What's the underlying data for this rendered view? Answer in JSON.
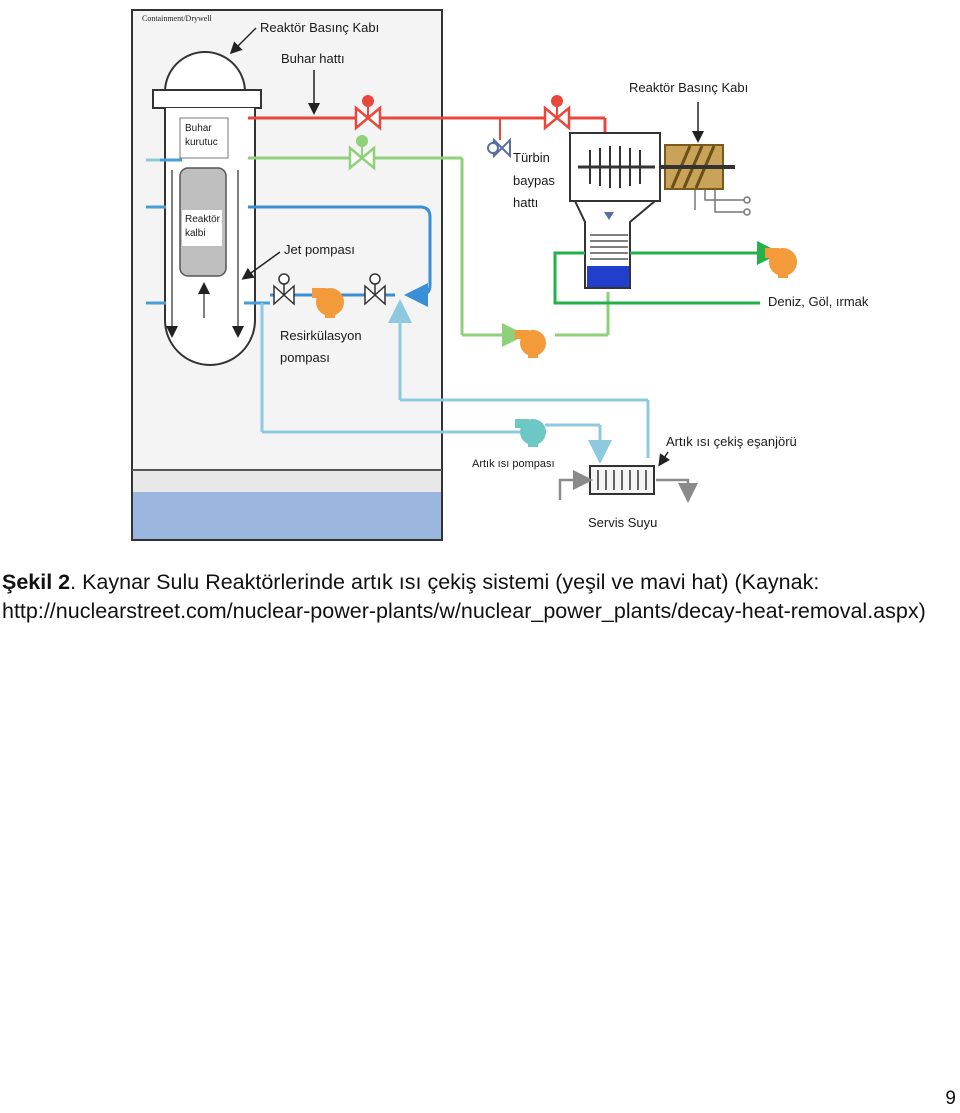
{
  "figure": {
    "labels": {
      "containment": "Containment/Drywell",
      "reactor_vessel_top": "Reaktör Basınç Kabı",
      "steam_line": "Buhar hattı",
      "reactor_vessel_right": "Reaktör Basınç Kabı",
      "steam_dryer_1": "Buhar",
      "steam_dryer_2": "kurutuc",
      "core_1": "Reaktör",
      "core_2": "kalbi",
      "turbine_bypass_1": "Türbin",
      "turbine_bypass_2": "baypas",
      "turbine_bypass_3": "hattı",
      "jet_pump": "Jet pompası",
      "sea_lake_river": "Deniz, Göl, ırmak",
      "recirc_pump_1": "Resirkülasyon",
      "recirc_pump_2": "pompası",
      "rhr_hx": "Artık ısı çekiş eşanjörü",
      "rhr_pump": "Artık ısı pompası",
      "service_water": "Servis Suyu"
    },
    "colors": {
      "steam_line": "#e8473c",
      "feedwater_green": "#8fd17a",
      "recirc_blue": "#3a8fd6",
      "rhr_light_blue": "#8ec9e0",
      "pump_orange": "#f39a3a",
      "pump_teal": "#6cc8c4",
      "condenser_blue": "#1f3fcc",
      "pool_blue": "#9bb6df",
      "cooling_green": "#22b24a"
    }
  },
  "caption": {
    "figure_no": "Şekil 2",
    "text": ". Kaynar Sulu Reaktörlerinde artık ısı çekiş sistemi (yeşil ve mavi hat) (Kaynak: http://nuclearstreet.com/nuclear-power-plants/w/nuclear_power_plants/decay-heat-removal.aspx)"
  },
  "page_number": "9"
}
